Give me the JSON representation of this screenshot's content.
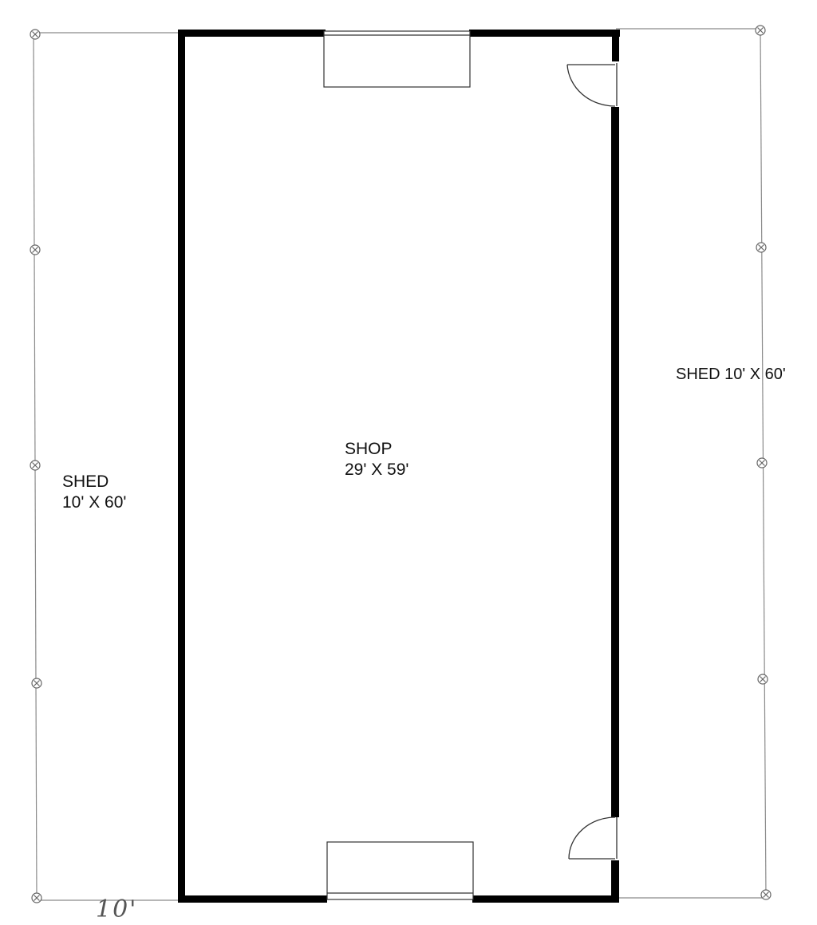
{
  "rooms": {
    "shop": {
      "name": "SHOP",
      "size": "29' X 59'"
    },
    "shed_left": {
      "name": "SHED",
      "size": "10' X 60'"
    },
    "shed_right": {
      "label": "SHED 10' X 60'"
    }
  },
  "annotations": {
    "handwritten_dimension": "10'"
  },
  "colors": {
    "wall": "#000000",
    "thin_line": "#8a8a8a",
    "post": "#666666",
    "background": "#ffffff"
  }
}
